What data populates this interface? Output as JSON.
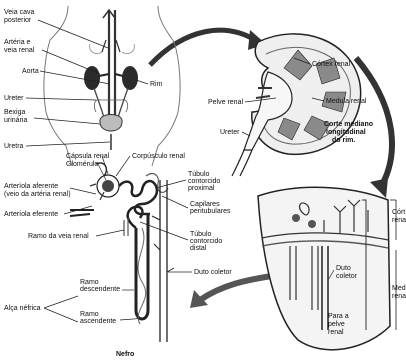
{
  "figure": {
    "body_labels": {
      "vena_cava": "Veia cava\nposterior",
      "renal_artery_vein": "Artéria e\nveia renal",
      "aorta": "Aorta",
      "kidney": "Rim",
      "ureter": "Ureter",
      "bladder": "Bexiga\nurinária",
      "urethra": "Uretra"
    },
    "kidney_section_labels": {
      "cortex": "Córtex renal",
      "pelvis": "Pelve renal",
      "medulla": "Medula renal",
      "ureter": "Ureter",
      "caption": "Corte mediano\nlongitudinal\ndo rim."
    },
    "nephron_labels": {
      "bowman_capsule": "Cápsula renal",
      "glomerulus": "Glomérulo",
      "renal_corpuscle": "Corpúsculo renal",
      "afferent_arteriole": "Arteríola aferente\n(veio da artéria renal)",
      "efferent_arteriole": "Arteríola eferente",
      "proximal_tubule": "Túbulo\ncontorcido\nproximal",
      "peritubular_capillaries": "Capilares\nperitubulares",
      "renal_vein_branch": "Ramo da veia renal",
      "distal_tubule": "Túbulo\ncontorcido\ndistal",
      "collecting_duct": "Duto coletor",
      "descending_limb": "Ramo\ndescendente",
      "loop_of_henle": "Alça néfrica",
      "ascending_limb": "Ramo\nascendente",
      "nephron_title": "Nefro"
    },
    "detail_labels": {
      "cortex_short": "Córt\nrena",
      "collecting_duct": "Duto\ncoletor",
      "to_pelvis": "Para a\npelve\nrenal",
      "medulla_short": "Medu\nrena"
    }
  }
}
